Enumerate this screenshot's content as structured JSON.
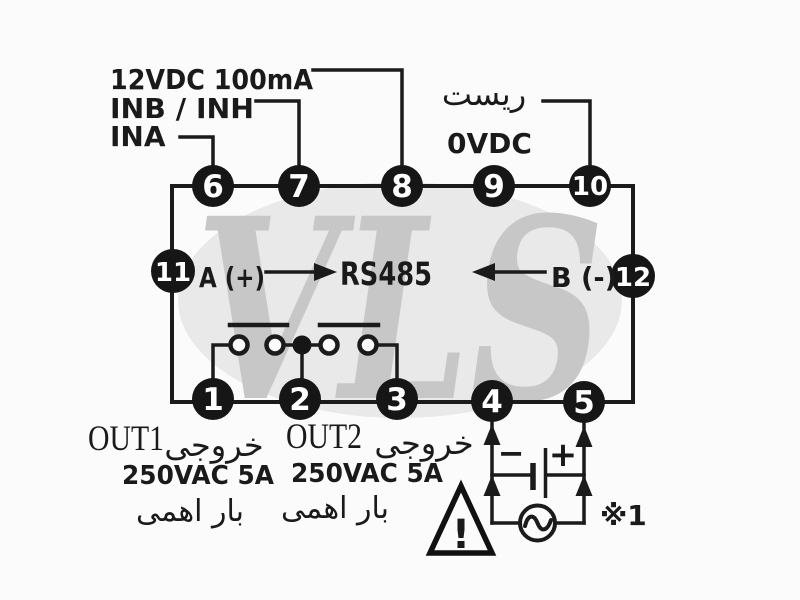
{
  "watermark": {
    "text": "VLS"
  },
  "terminal_labels": {
    "supply": "12VDC 100mA",
    "inb_inh": "INB / INH",
    "ina": "INA",
    "reset_fa": "ریست",
    "zero_vdc": "0VDC"
  },
  "rs485": {
    "a_plus": "A (+)",
    "bus_name": "RS485",
    "b_minus": "B (-)"
  },
  "pins": {
    "p1": "1",
    "p2": "2",
    "p3": "3",
    "p4": "4",
    "p5": "5",
    "p6": "6",
    "p7": "7",
    "p8": "8",
    "p9": "9",
    "p10": "10",
    "p11": "11",
    "p12": "12"
  },
  "outputs": {
    "out1": {
      "name": "OUT1",
      "output_fa": "خروجی",
      "rating": "250VAC 5A",
      "load_fa": "بار اهمی"
    },
    "out2": {
      "name": "OUT2",
      "output_fa": "خروجی",
      "rating": "250VAC 5A",
      "load_fa": "بار اهمی"
    }
  },
  "power": {
    "minus": "−",
    "plus": "+",
    "note_ref": "※1",
    "warning_mark": "!"
  },
  "colors": {
    "line": "#1b1b1b",
    "background": "#fbfbfb",
    "watermark": "#c7c7c7"
  }
}
